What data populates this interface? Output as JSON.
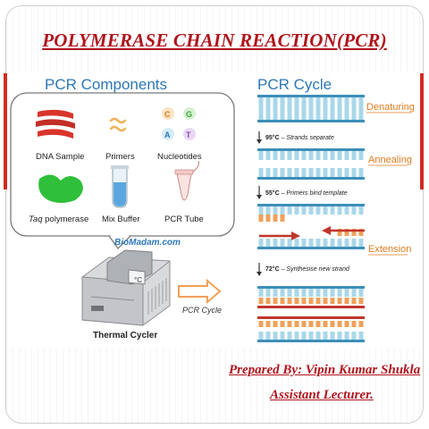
{
  "title": "POLYMERASE CHAIN REACTION(PCR)",
  "components": {
    "heading": "PCR Components",
    "items": [
      {
        "label": "DNA Sample",
        "icon": "dna-icon"
      },
      {
        "label": "Primers",
        "icon": "primers-icon"
      },
      {
        "label": "Nucleotides",
        "icon": "nucleotides-icon"
      },
      {
        "label_italic": "Taq",
        "label_rest": " polymerase",
        "icon": "taq-polymerase-icon"
      },
      {
        "label": "Mix Buffer",
        "icon": "test-tube-icon"
      },
      {
        "label": "PCR Tube",
        "icon": "pcr-tube-icon"
      }
    ],
    "nucleotides": [
      "C",
      "G",
      "A",
      "T"
    ],
    "watermark": "BioMadam.com"
  },
  "device": {
    "label": "Thermal Cycler",
    "screen_text": "°C",
    "arrow_label": "PCR Cycle"
  },
  "cycle": {
    "heading": "PCR Cycle",
    "stages": [
      "Denaturing",
      "Annealing",
      "Extension"
    ],
    "steps": [
      {
        "temp": "95°C",
        "text": " – Strands separate"
      },
      {
        "temp": "55°C",
        "text": " – Primers bind template"
      },
      {
        "temp": "72°C",
        "text": " – Synthesise new strand"
      }
    ]
  },
  "credits": {
    "line1": "Prepared By: Vipin Kumar Shukla",
    "line2": "Assistant Lecturer."
  },
  "colors": {
    "title": "#b0141c",
    "heading_blue": "#2d78b7",
    "strand_blue": "#3d8fb8",
    "primer_orange": "#f0a05a",
    "stage_orange": "#e07b1f",
    "primer_red": "#c0362c"
  }
}
